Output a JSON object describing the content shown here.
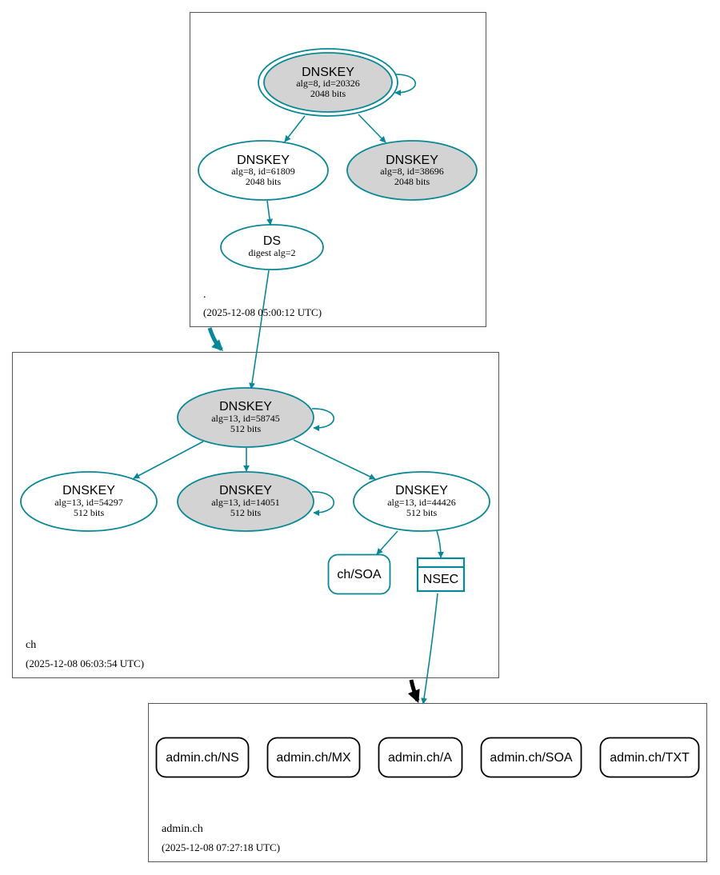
{
  "zones": {
    "root": {
      "name": ".",
      "timestamp": "(2025-12-08 05:00:12 UTC)"
    },
    "ch": {
      "name": "ch",
      "timestamp": "(2025-12-08 06:03:54 UTC)"
    },
    "admin": {
      "name": "admin.ch",
      "timestamp": "(2025-12-08 07:27:18 UTC)"
    }
  },
  "root_nodes": {
    "ksk": {
      "type": "DNSKEY",
      "info": "alg=8, id=20326",
      "bits": "2048 bits"
    },
    "zsk1": {
      "type": "DNSKEY",
      "info": "alg=8, id=61809",
      "bits": "2048 bits"
    },
    "zsk2": {
      "type": "DNSKEY",
      "info": "alg=8, id=38696",
      "bits": "2048 bits"
    },
    "ds": {
      "type": "DS",
      "info": "digest alg=2"
    }
  },
  "ch_nodes": {
    "ksk": {
      "type": "DNSKEY",
      "info": "alg=13, id=58745",
      "bits": "512 bits"
    },
    "k1": {
      "type": "DNSKEY",
      "info": "alg=13, id=54297",
      "bits": "512 bits"
    },
    "k2": {
      "type": "DNSKEY",
      "info": "alg=13, id=14051",
      "bits": "512 bits"
    },
    "k3": {
      "type": "DNSKEY",
      "info": "alg=13, id=44426",
      "bits": "512 bits"
    },
    "soa": "ch/SOA",
    "nsec": "NSEC"
  },
  "admin_records": [
    "admin.ch/NS",
    "admin.ch/MX",
    "admin.ch/A",
    "admin.ch/SOA",
    "admin.ch/TXT"
  ],
  "colors": {
    "edge": "#0a8797",
    "signed_fill": "#d3d3d3",
    "delegation_insecure": "#000000"
  }
}
